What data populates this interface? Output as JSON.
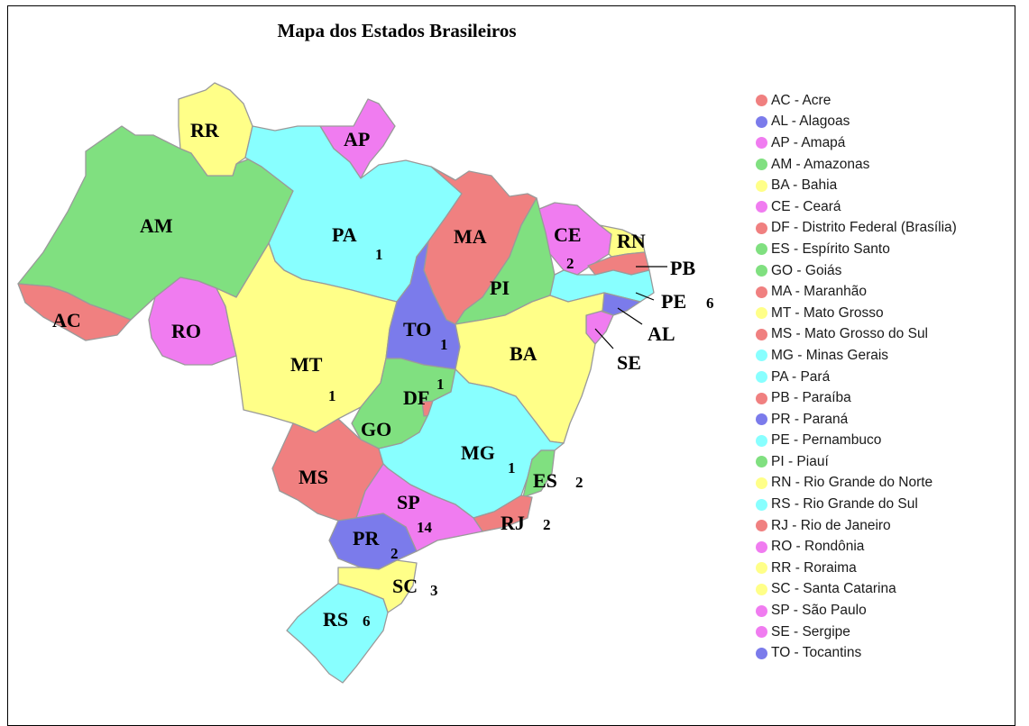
{
  "title": "Mapa dos Estados Brasileiros",
  "colors": {
    "red": "#F08080",
    "blue": "#7B7BEB",
    "magenta": "#F07CF0",
    "green": "#80E080",
    "yellow": "#FFFF88",
    "cyan": "#88FFFF"
  },
  "states": [
    {
      "code": "AC",
      "name": "AC - Acre",
      "color": "red",
      "count": ""
    },
    {
      "code": "AL",
      "name": "AL - Alagoas",
      "color": "blue",
      "count": ""
    },
    {
      "code": "AP",
      "name": "AP - Amapá",
      "color": "magenta",
      "count": ""
    },
    {
      "code": "AM",
      "name": "AM - Amazonas",
      "color": "green",
      "count": ""
    },
    {
      "code": "BA",
      "name": "BA - Bahia",
      "color": "yellow",
      "count": ""
    },
    {
      "code": "CE",
      "name": "CE - Ceará",
      "color": "magenta",
      "count": "2"
    },
    {
      "code": "DF",
      "name": "DF - Distrito Federal (Brasília)",
      "color": "red",
      "count": "1"
    },
    {
      "code": "ES",
      "name": "ES - Espírito Santo",
      "color": "green",
      "count": "2"
    },
    {
      "code": "GO",
      "name": "GO - Goiás",
      "color": "green",
      "count": ""
    },
    {
      "code": "MA",
      "name": "MA - Maranhão",
      "color": "red",
      "count": ""
    },
    {
      "code": "MT",
      "name": "MT - Mato Grosso",
      "color": "yellow",
      "count": "1"
    },
    {
      "code": "MS",
      "name": "MS - Mato Grosso do Sul",
      "color": "red",
      "count": ""
    },
    {
      "code": "MG",
      "name": "MG - Minas Gerais",
      "color": "cyan",
      "count": "1"
    },
    {
      "code": "PA",
      "name": "PA - Pará",
      "color": "cyan",
      "count": "1"
    },
    {
      "code": "PB",
      "name": "PB - Paraíba",
      "color": "red",
      "count": ""
    },
    {
      "code": "PR",
      "name": "PR - Paraná",
      "color": "blue",
      "count": "2"
    },
    {
      "code": "PE",
      "name": "PE - Pernambuco",
      "color": "cyan",
      "count": "6"
    },
    {
      "code": "PI",
      "name": "PI - Piauí",
      "color": "green",
      "count": ""
    },
    {
      "code": "RN",
      "name": "RN - Rio Grande do Norte",
      "color": "yellow",
      "count": ""
    },
    {
      "code": "RS",
      "name": "RS - Rio Grande do Sul",
      "color": "cyan",
      "count": "6"
    },
    {
      "code": "RJ",
      "name": "RJ - Rio de Janeiro",
      "color": "red",
      "count": "2"
    },
    {
      "code": "RO",
      "name": "RO - Rondônia",
      "color": "magenta",
      "count": ""
    },
    {
      "code": "RR",
      "name": "RR - Roraima",
      "color": "yellow",
      "count": ""
    },
    {
      "code": "SC",
      "name": "SC - Santa Catarina",
      "color": "yellow",
      "count": "3"
    },
    {
      "code": "SP",
      "name": "SP - São Paulo",
      "color": "magenta",
      "count": "14"
    },
    {
      "code": "SE",
      "name": "SE - Sergipe",
      "color": "magenta",
      "count": ""
    },
    {
      "code": "TO",
      "name": "TO - Tocantins",
      "color": "blue",
      "count": "1"
    }
  ]
}
